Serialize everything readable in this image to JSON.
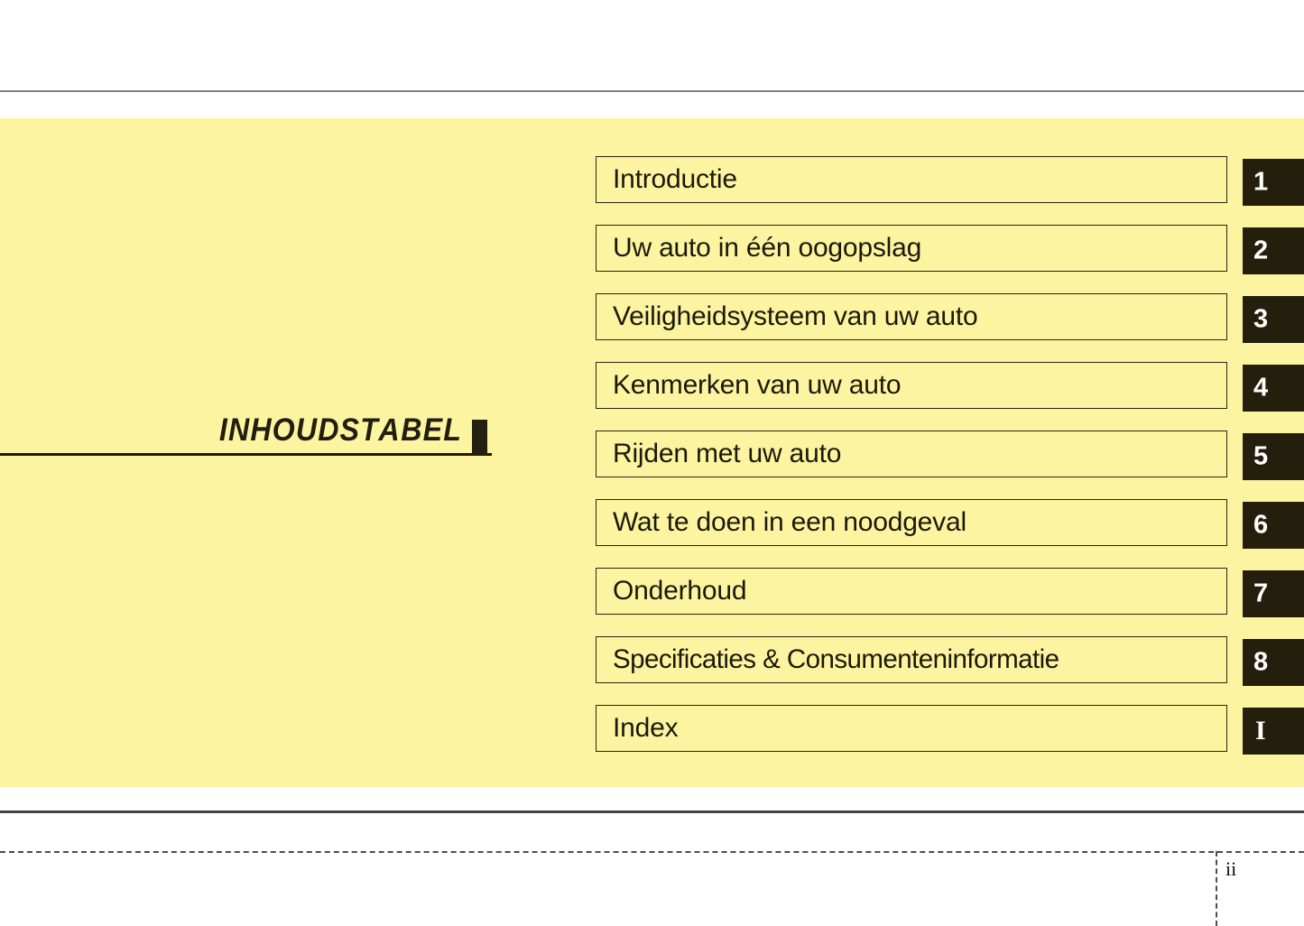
{
  "page": {
    "title": "INHOUDSTABEL",
    "title_marker": "black-square-marker",
    "page_number": "ii",
    "band_color": "#fcf4a0",
    "tab_color": "#241f0d",
    "text_color": "#1c190b",
    "rule_top_color": "#828282",
    "rule_bottom_color": "#454545"
  },
  "toc": {
    "rows": [
      {
        "label": "Introductie",
        "tab": "1",
        "tab_style": "digit"
      },
      {
        "label": "Uw auto in één oogopslag",
        "tab": "2",
        "tab_style": "digit"
      },
      {
        "label": "Veiligheidsysteem van uw auto",
        "tab": "3",
        "tab_style": "digit"
      },
      {
        "label": "Kenmerken van uw auto",
        "tab": "4",
        "tab_style": "digit"
      },
      {
        "label": "Rijden met uw auto",
        "tab": "5",
        "tab_style": "digit"
      },
      {
        "label": "Wat te doen in een noodgeval",
        "tab": "6",
        "tab_style": "digit"
      },
      {
        "label": "Onderhoud",
        "tab": "7",
        "tab_style": "digit"
      },
      {
        "label": "Specificaties & Consumenteninformatie",
        "tab": "8",
        "tab_style": "digit"
      },
      {
        "label": "Index",
        "tab": "I",
        "tab_style": "roman"
      }
    ]
  }
}
